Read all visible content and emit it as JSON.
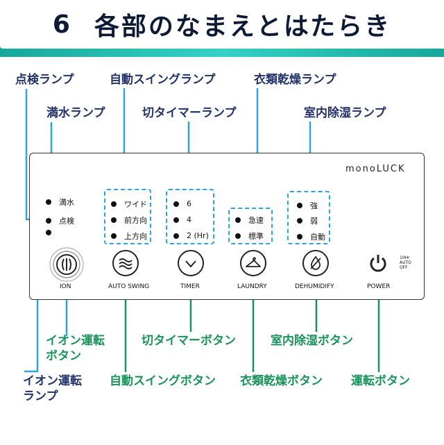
{
  "header": {
    "number": "6",
    "title": "各部のなまえとはたらき"
  },
  "labels": {
    "inspection_lamp": "点検ランプ",
    "full_water_lamp": "満水ランプ",
    "auto_swing_lamp": "自動スイングランプ",
    "off_timer_lamp": "切タイマーランプ",
    "laundry_lamp": "衣類乾燥ランプ",
    "room_dehumid_lamp": "室内除湿ランプ",
    "ion_button_line1": "イオン運転",
    "ion_button_line2": "ボタン",
    "ion_lamp_line1": "イオン運転",
    "ion_lamp_line2": "ランプ",
    "timer_button": "切タイマーボタン",
    "dehumid_button": "室内除湿ボタン",
    "swing_button": "自動スイングボタン",
    "laundry_button": "衣類乾燥ボタン",
    "power_button": "運転ボタン"
  },
  "panel": {
    "brand": "monoLUCK",
    "status_lamps": [
      "満水",
      "点検"
    ],
    "swing_lamps": [
      "ワイド",
      "前方向",
      "上方向"
    ],
    "timer_lamps": [
      "6",
      "4",
      "2 (Hr)"
    ],
    "laundry_lamps": [
      "急速",
      "標準"
    ],
    "dehumid_lamps": [
      "強",
      "弱",
      "自動"
    ],
    "buttons": {
      "ion": "ION",
      "swing": "AUTO SWING",
      "timer": "TIMER",
      "laundry": "LAUNDRY",
      "dehumidify": "DEHUMIDIFY",
      "power": "POWER"
    },
    "power_side": [
      "10Hr",
      "AUTO",
      "OFF"
    ]
  },
  "colors": {
    "navy": "#23326a",
    "green": "#18935a",
    "accent_line": "#2aa6dd",
    "band": "#27c0b8"
  }
}
